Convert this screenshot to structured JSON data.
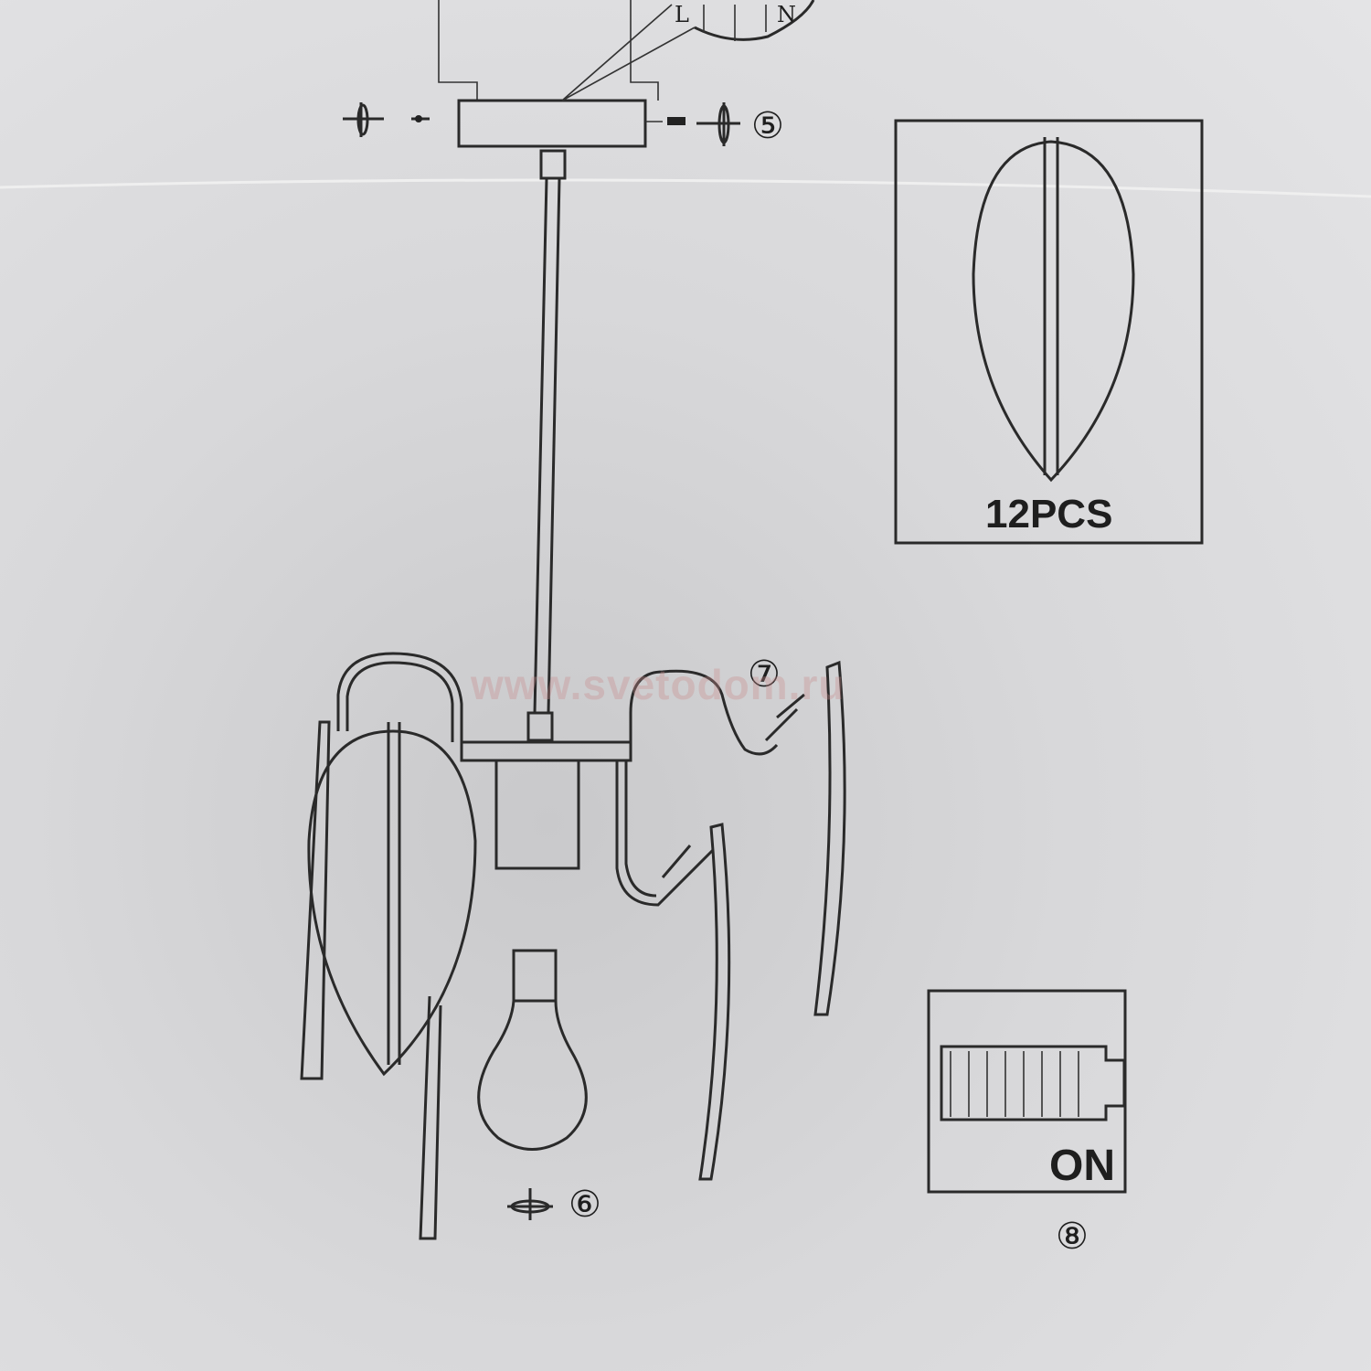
{
  "wiring": {
    "live_label": "L",
    "neutral_label": "N"
  },
  "steps": {
    "five": "⑤",
    "six": "⑥",
    "seven": "⑦",
    "eight": "⑧"
  },
  "parts_box": {
    "quantity_label": "12PCS",
    "icon": "leaf-shade-icon"
  },
  "switch_box": {
    "state_label": "ON",
    "icon": "terminal-block-icon"
  },
  "watermark": "www.svetodom.ru",
  "colors": {
    "paper": "#dcdcde",
    "ink": "#2a2a2a",
    "watermark": "#c88c8c"
  }
}
